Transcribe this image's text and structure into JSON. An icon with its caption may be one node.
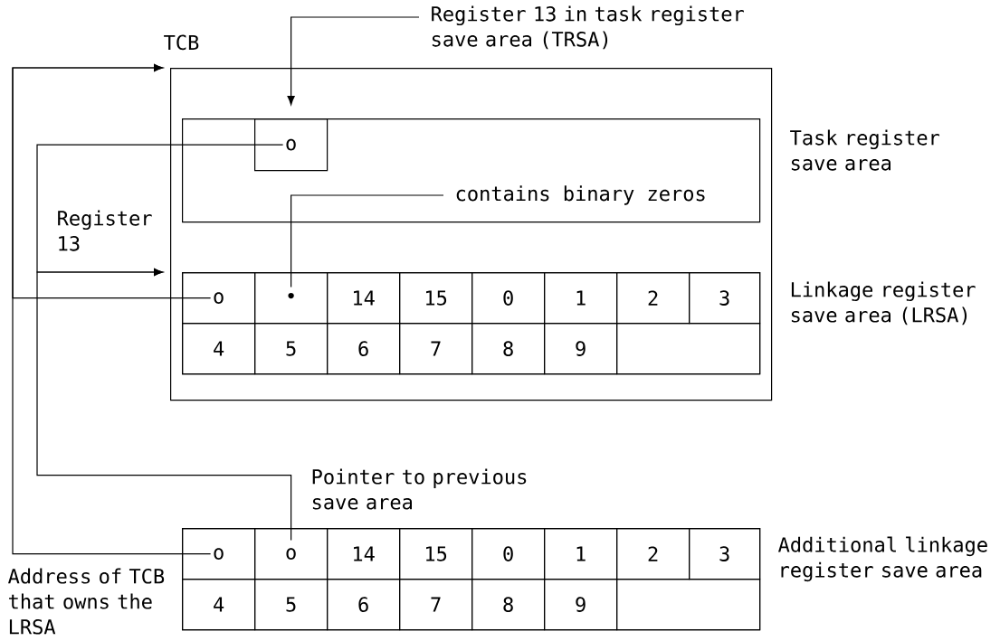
{
  "diagram": {
    "nodes": [
      {
        "text": [
          "TCB"
        ]
      },
      {
        "text": [],
        "shape": "box",
        "in": 0,
        "beside": [
          "Task register save area"
        ]
      },
      {
        "text": [
          "o"
        ],
        "in": 1
      },
      {
        "text": [],
        "shape": "box",
        "in": 0,
        "beside": [
          "Linkage register save area (LRSA)"
        ]
      },
      {
        "text": [
          "o"
        ],
        "in": 3
      },
      {
        "text": [
          "•"
        ],
        "in": 3
      },
      {
        "text": [
          "14"
        ],
        "in": 3
      },
      {
        "text": [
          "15"
        ],
        "in": 3
      },
      {
        "text": [
          "0"
        ],
        "in": 3
      },
      {
        "text": [
          "1"
        ],
        "in": 3
      },
      {
        "text": [
          "2"
        ],
        "in": 3
      },
      {
        "text": [
          "3"
        ],
        "in": 3
      },
      {
        "text": [
          "4"
        ],
        "in": 3
      },
      {
        "text": [
          "5"
        ],
        "in": 3
      },
      {
        "text": [
          "6"
        ],
        "in": 3
      },
      {
        "text": [
          "7"
        ],
        "in": 3
      },
      {
        "text": [
          "8"
        ],
        "in": 3
      },
      {
        "text": [
          "9"
        ],
        "in": 3
      },
      {
        "text": [],
        "shape": "box",
        "in": 3
      },
      {
        "text": [],
        "shape": "box",
        "beside": [
          "Additional linkage register save area"
        ]
      },
      {
        "text": [
          "o"
        ],
        "in": 19
      },
      {
        "text": [
          "o"
        ],
        "in": 19
      },
      {
        "text": [
          "14"
        ],
        "in": 19
      },
      {
        "text": [
          "15"
        ],
        "in": 19
      },
      {
        "text": [
          "0"
        ],
        "in": 19
      },
      {
        "text": [
          "1"
        ],
        "in": 19
      },
      {
        "text": [
          "2"
        ],
        "in": 19
      },
      {
        "text": [
          "3"
        ],
        "in": 19
      },
      {
        "text": [
          "4"
        ],
        "in": 19
      },
      {
        "text": [
          "5"
        ],
        "in": 19
      },
      {
        "text": [
          "6"
        ],
        "in": 19
      },
      {
        "text": [
          "7"
        ],
        "in": 19
      },
      {
        "text": [
          "8"
        ],
        "in": 19
      },
      {
        "text": [
          "9"
        ],
        "in": 19
      },
      {
        "text": [],
        "shape": "box",
        "in": 19
      },
      {
        "text": [
          "Register 13 in task register save area (TRSA)"
        ]
      },
      {
        "text": [
          "contains binary zeros"
        ],
        "in": 1
      }
    ],
    "edges": [
      {
        "from": 35,
        "to": 2,
        "arrow": "to"
      },
      {
        "from": 36,
        "to": 5,
        "arrow": "none"
      },
      {
        "from": 2,
        "to": 3,
        "arrow": "to"
      },
      {
        "from": 4,
        "to": 0,
        "arrow": "to"
      },
      {
        "from": 20,
        "to": 0,
        "arrow": "to"
      },
      {
        "from": 21,
        "to": 3,
        "arrow": "to"
      }
    ],
    "labels": [
      "Register 13",
      "Pointer to previous save area",
      "Address of TCB that owns the LRSA"
    ]
  }
}
